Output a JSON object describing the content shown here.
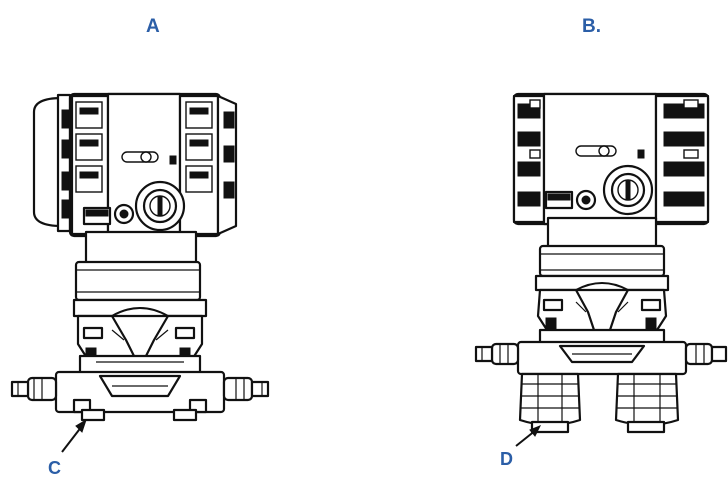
{
  "figure": {
    "labels": {
      "a": "A",
      "b": "B.",
      "c": "C",
      "d": "D"
    },
    "colors": {
      "label": "#2b5ea7",
      "line": "#111111"
    }
  }
}
